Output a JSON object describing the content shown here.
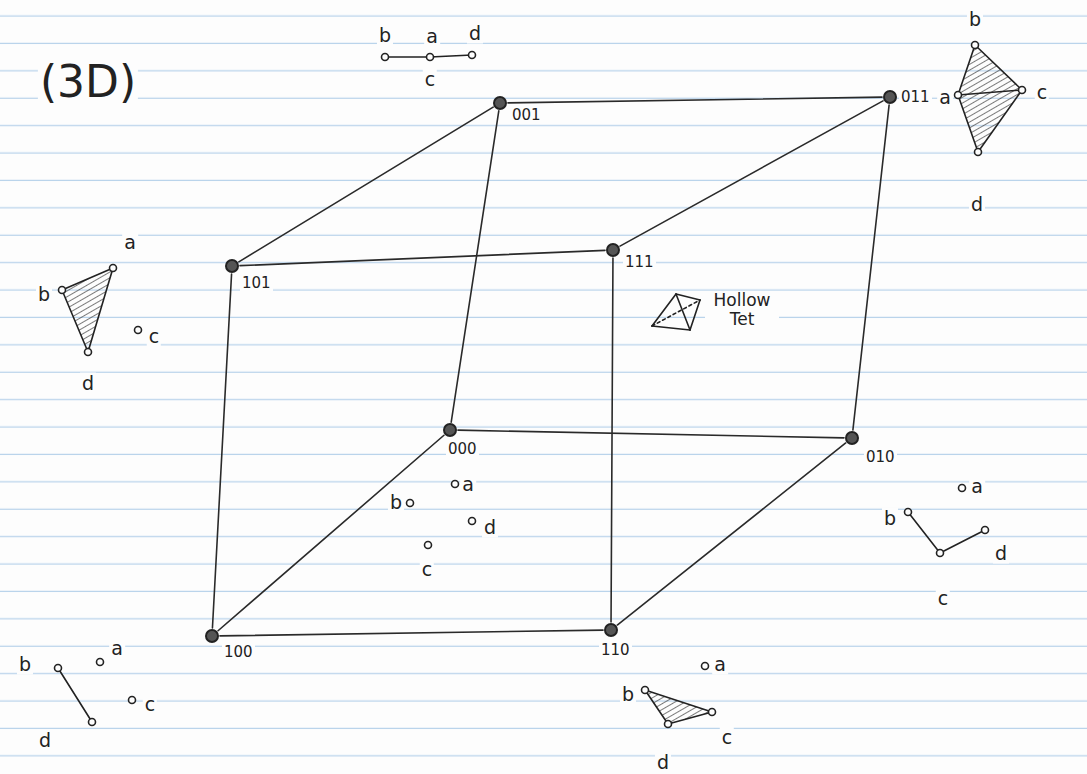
{
  "diagram": {
    "nodes": [
      {
        "text": [
          "001"
        ]
      },
      {
        "text": [
          "011"
        ]
      },
      {
        "text": [
          "101"
        ]
      },
      {
        "text": [
          "111"
        ]
      },
      {
        "text": [
          "000"
        ]
      },
      {
        "text": [
          "010"
        ]
      },
      {
        "text": [
          "100"
        ]
      },
      {
        "text": [
          "110"
        ]
      }
    ],
    "edges": [
      {
        "from": 0,
        "to": 1,
        "arrow": "none"
      },
      {
        "from": 0,
        "to": 2,
        "arrow": "none"
      },
      {
        "from": 0,
        "to": 4,
        "arrow": "none"
      },
      {
        "from": 1,
        "to": 3,
        "arrow": "none"
      },
      {
        "from": 1,
        "to": 5,
        "arrow": "none"
      },
      {
        "from": 2,
        "to": 3,
        "arrow": "none"
      },
      {
        "from": 2,
        "to": 6,
        "arrow": "none"
      },
      {
        "from": 3,
        "to": 7,
        "arrow": "none"
      },
      {
        "from": 4,
        "to": 5,
        "arrow": "none"
      },
      {
        "from": 4,
        "to": 6,
        "arrow": "none"
      },
      {
        "from": 5,
        "to": 7,
        "arrow": "none"
      },
      {
        "from": 6,
        "to": 7,
        "arrow": "none"
      }
    ],
    "labels": [
      "(3D)",
      "b",
      "a",
      "d",
      "c",
      "b",
      "a",
      "c",
      "d",
      "a",
      "b",
      "d",
      "c",
      "Hollow Tet",
      "a",
      "b",
      "d",
      "c",
      "a",
      "b",
      "d",
      "c",
      "a",
      "b",
      "d",
      "c",
      "a",
      "b",
      "c",
      "d"
    ]
  }
}
